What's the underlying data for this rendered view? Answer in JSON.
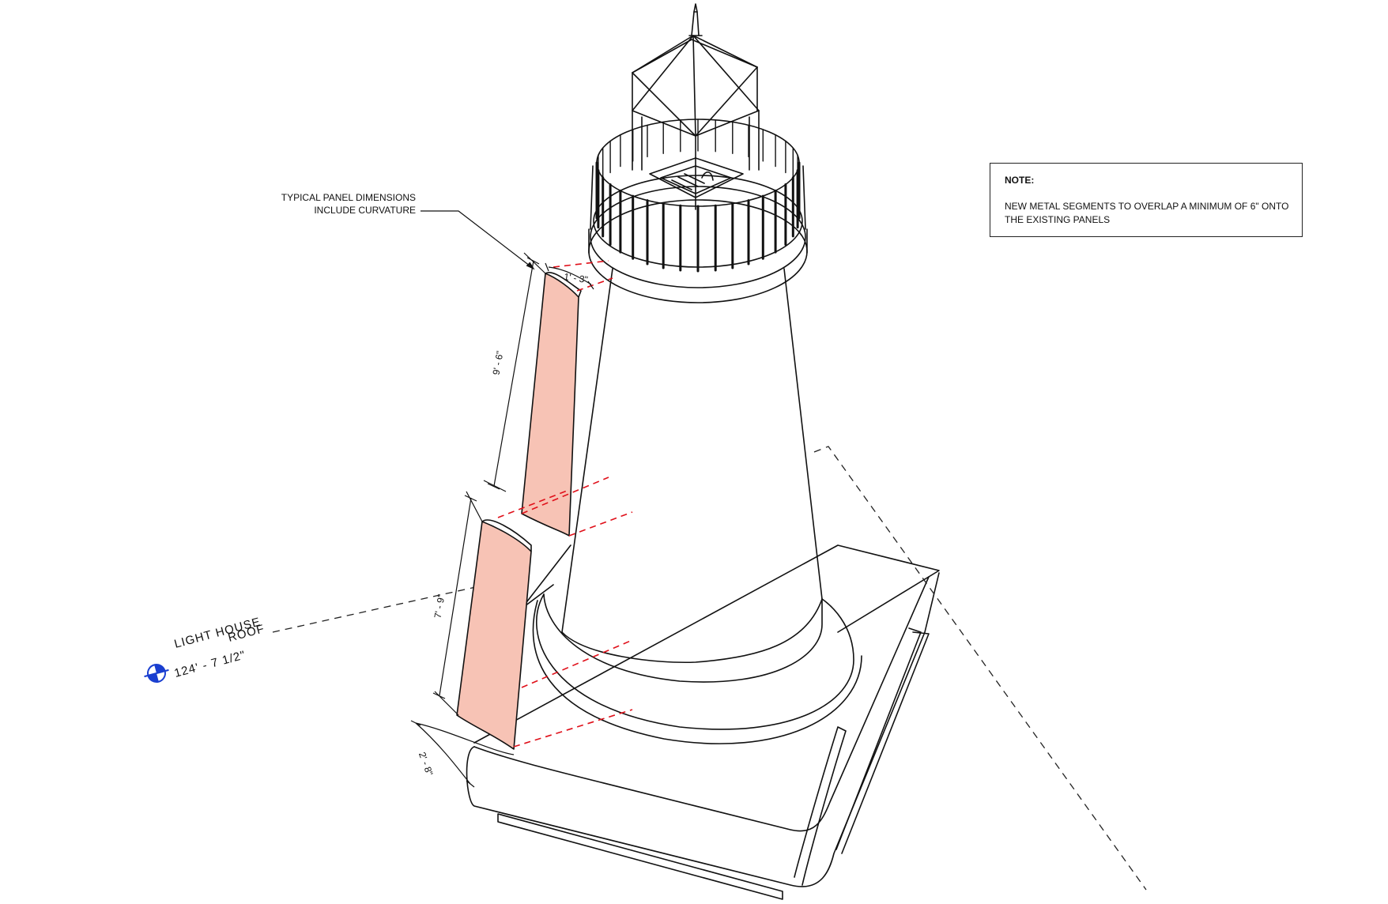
{
  "note": {
    "title": "NOTE:",
    "text": "NEW METAL SEGMENTS TO OVERLAP A MINIMUM OF 6\" ONTO THE EXISTING PANELS"
  },
  "callout": {
    "line1": "TYPICAL PANEL DIMENSIONS",
    "line2": "INCLUDE CURVATURE"
  },
  "dimensions": {
    "upper_panel_width": "1' - 3\"",
    "upper_panel_height": "9' - 6\"",
    "lower_panel_height": "7' - 9\"",
    "lower_panel_width": "2' - 8\""
  },
  "level": {
    "name_line1": "LIGHT HOUSE",
    "name_line2": "ROOF",
    "elevation": "124' - 7 1/2\"",
    "marker_icon": "level-target-icon",
    "color": "#1a3fd0"
  },
  "colors": {
    "panel_fill": "#f7c3b5",
    "overlap_line": "#e0101a",
    "line": "#111111"
  }
}
